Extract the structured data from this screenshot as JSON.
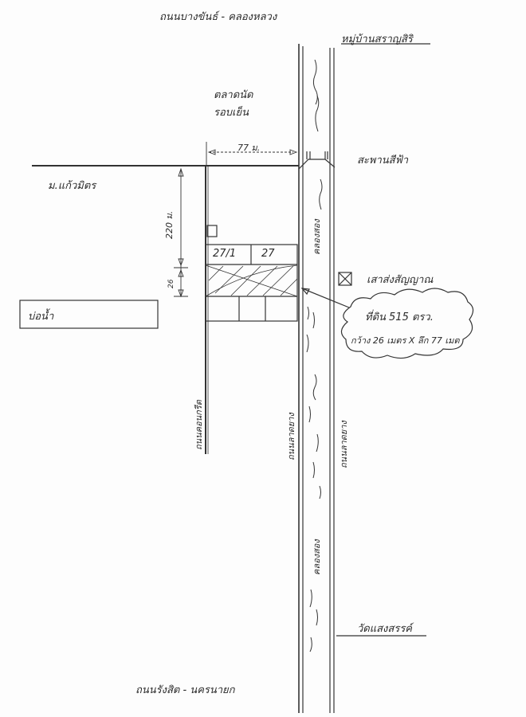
{
  "map": {
    "top_road": "ถนนบางขันธ์ - คลองหลวง",
    "bottom_road": "ถนนรังสิต - นครนายก",
    "village": "หมู่บ้านสราญสิริ",
    "market": [
      "ตลาดนัด",
      "รอบเย็น"
    ],
    "bridge": "สะพานสีฟ้า",
    "soi": "ม.แก้วมิตร",
    "pond": "บ่อน้ำ",
    "tower": "เสาส่งสัญญาณ",
    "temple": "วัดแสงสรรค์",
    "canal_labels": [
      "คลองสอง",
      "คลองสอง"
    ],
    "road_labels": {
      "concrete": "ถนนคอนกรีต",
      "asphalt_left": "ถนนลาดยาง",
      "asphalt_right": "ถนนลาดยาง"
    },
    "dimensions": {
      "frontage": "77 ม.",
      "distance": "220 ม.",
      "width": "26"
    },
    "plots": [
      "27/1",
      "27"
    ],
    "callout": {
      "area": "ที่ดิน 515 ตรว.",
      "size": "กว้าง 26 เมตร X ลึก 77 เมต"
    }
  }
}
